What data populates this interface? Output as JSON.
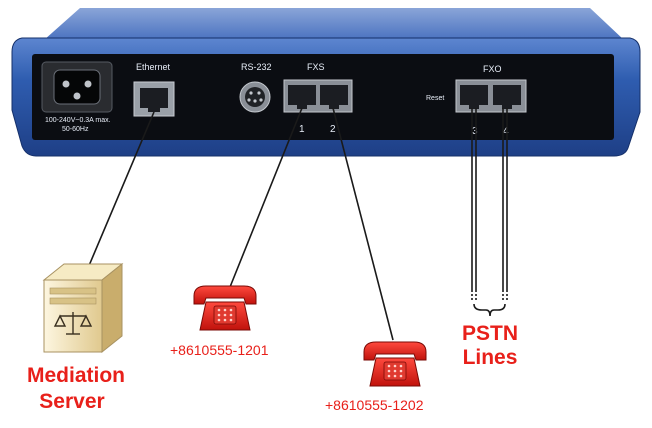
{
  "device": {
    "power_label_line1": "100-240V~0.3A max.",
    "power_label_line2": "50-60Hz",
    "ethernet_label": "Ethernet",
    "rs232_label": "RS-232",
    "fxs_label": "FXS",
    "fxo_label": "FXO",
    "reset_label": "Reset",
    "port_numbers": [
      "1",
      "2",
      "3",
      "4"
    ]
  },
  "mediation_server": {
    "label_line1": "Mediation",
    "label_line2": "Server"
  },
  "phones": [
    {
      "number": "+8610555-1201"
    },
    {
      "number": "+8610555-1202"
    }
  ],
  "pstn": {
    "label_line1": "PSTN",
    "label_line2": "Lines"
  },
  "colors": {
    "device_body": "#2d5aa8",
    "device_panel": "#0b0d12",
    "annotation_red": "#e8201a",
    "cable": "#1a1a1a"
  }
}
